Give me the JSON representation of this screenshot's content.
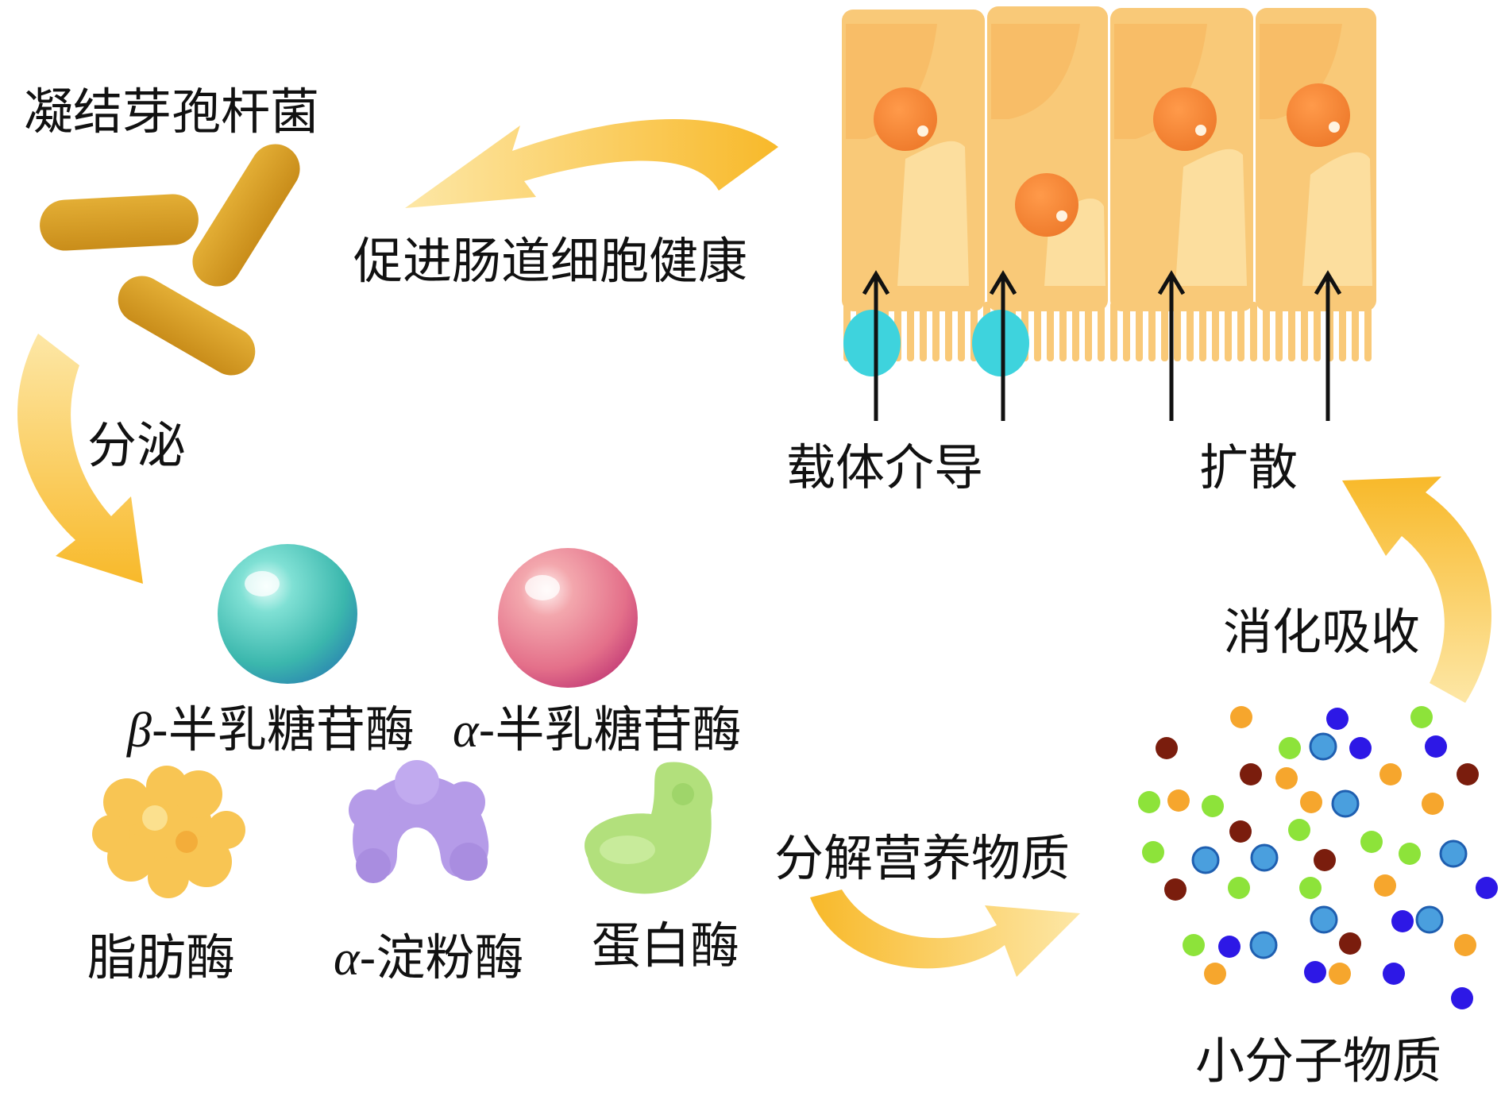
{
  "labels": {
    "bacteria": "凝结芽孢杆菌",
    "promote": "促进肠道细胞健康",
    "secrete": "分泌",
    "beta_prefix": "β",
    "beta_name": "-半乳糖苷酶",
    "alpha_prefix": "α",
    "alpha_name": "-半乳糖苷酶",
    "lipase": "脂肪酶",
    "amylase_prefix": "α",
    "amylase_name": "-淀粉酶",
    "protease": "蛋白酶",
    "decompose": "分解营养物质",
    "small_molecules": "小分子物质",
    "digest_absorb": "消化吸收",
    "carrier": "载体介导",
    "diffusion": "扩散"
  },
  "colors": {
    "arrow": "#f7c548",
    "bacteria": "#d9a126",
    "cell": "#f9c978",
    "nucleus": "#f08a3a",
    "carrier_ball": "#3ed3dd",
    "beta_ball": "#4fc3bb",
    "alpha_ball": "#e56d88",
    "lipase": "#f8c553",
    "amylase": "#b59be8",
    "protease": "#b2e07c",
    "dot_orange": "#f6a62d",
    "dot_brown": "#7a1d0d",
    "dot_green": "#8de33a",
    "dot_blue": "#2d18e6",
    "dot_lightblue": "#4a9fde"
  }
}
